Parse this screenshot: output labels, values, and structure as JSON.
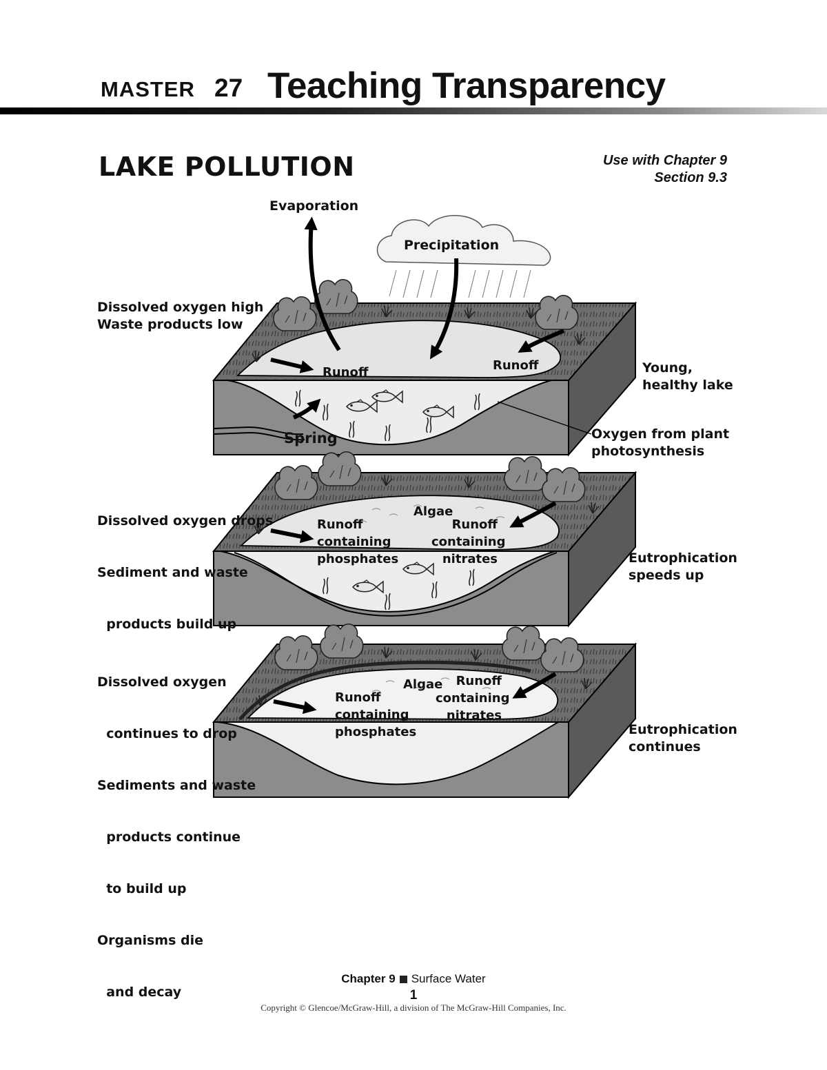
{
  "header": {
    "master": "MASTER",
    "number": "27",
    "title": "Teaching Transparency"
  },
  "page_title": "LAKE POLLUTION",
  "use_with": {
    "line1": "Use with Chapter 9",
    "line2": "Section 9.3"
  },
  "diagram": {
    "top_labels": {
      "evaporation": "Evaporation",
      "precipitation": "Precipitation"
    },
    "stage1": {
      "left_lines": [
        "Dissolved oxygen high",
        "Waste products low"
      ],
      "runoff_left": "Runoff",
      "runoff_right": "Runoff",
      "spring": "Spring",
      "right_lines": [
        "Young,",
        "healthy lake"
      ],
      "oxygen_lines": [
        "Oxygen from plant",
        "photosynthesis"
      ]
    },
    "stage2": {
      "left_lines": [
        "Dissolved oxygen drops",
        "Sediment and waste",
        "  products build up"
      ],
      "algae": "Algae",
      "runoff_left_lines": [
        "Runoff",
        "containing",
        "phosphates"
      ],
      "runoff_right_lines": [
        "Runoff",
        "containing",
        "nitrates"
      ],
      "right_lines": [
        "Eutrophication",
        "speeds up"
      ]
    },
    "stage3": {
      "left_lines": [
        "Dissolved oxygen",
        "  continues to drop",
        "Sediments and waste",
        "  products continue",
        "  to build up",
        "Organisms die",
        "  and decay"
      ],
      "algae": "Algae",
      "runoff_left_lines": [
        "Runoff",
        "containing",
        "phosphates"
      ],
      "runoff_right_lines": [
        "Runoff",
        "containing",
        "nitrates"
      ],
      "right_lines": [
        "Eutrophication",
        "continues"
      ]
    }
  },
  "footer": {
    "chapter": "Chapter 9",
    "subject": "Surface Water",
    "page": "1",
    "copyright": "Copyright © Glencoe/McGraw-Hill, a division of The McGraw-Hill Companies, Inc."
  }
}
